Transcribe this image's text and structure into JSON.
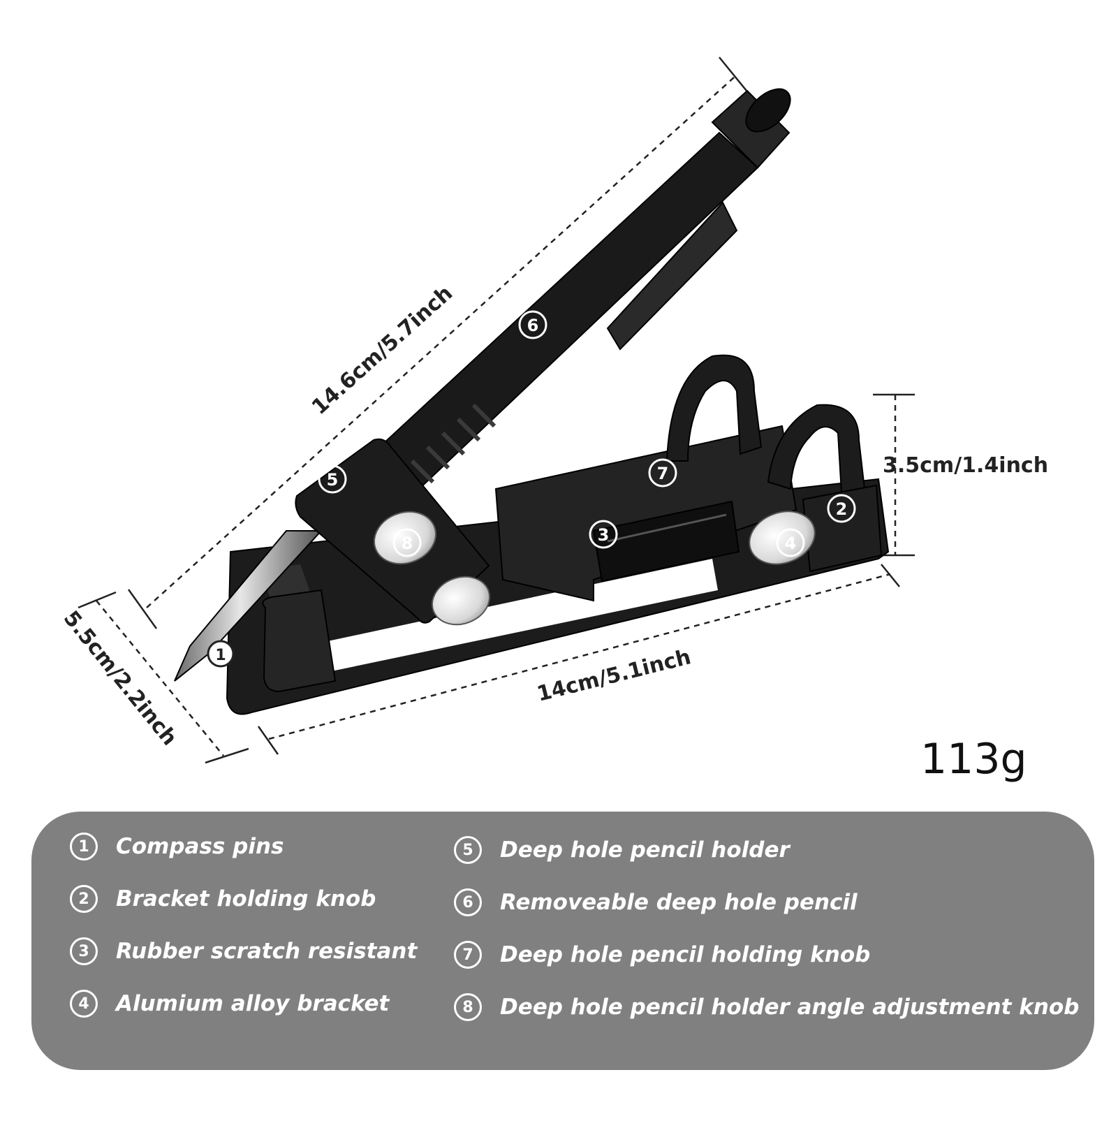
{
  "dimensions": {
    "pencil_length": "14.6cm/5.7inch",
    "height": "3.5cm/1.4inch",
    "base_length": "14cm/5.1inch",
    "depth": "5.5cm/2.2inch"
  },
  "weight": "113g",
  "callouts": [
    "1",
    "2",
    "3",
    "4",
    "5",
    "6",
    "7",
    "8"
  ],
  "legend": [
    {
      "num": "1",
      "label": "Compass pins"
    },
    {
      "num": "2",
      "label": "Bracket holding knob"
    },
    {
      "num": "3",
      "label": "Rubber scratch resistant"
    },
    {
      "num": "4",
      "label": "Alumium alloy bracket"
    },
    {
      "num": "5",
      "label": "Deep hole pencil holder"
    },
    {
      "num": "6",
      "label": "Removeable deep hole pencil"
    },
    {
      "num": "7",
      "label": "Deep hole pencil holding knob"
    },
    {
      "num": "8",
      "label": "Deep hole pencil holder angle adjustment knob"
    }
  ],
  "colors": {
    "product": "#1c1c1c",
    "panel": "#808080",
    "knob": "#e8e8e8"
  }
}
